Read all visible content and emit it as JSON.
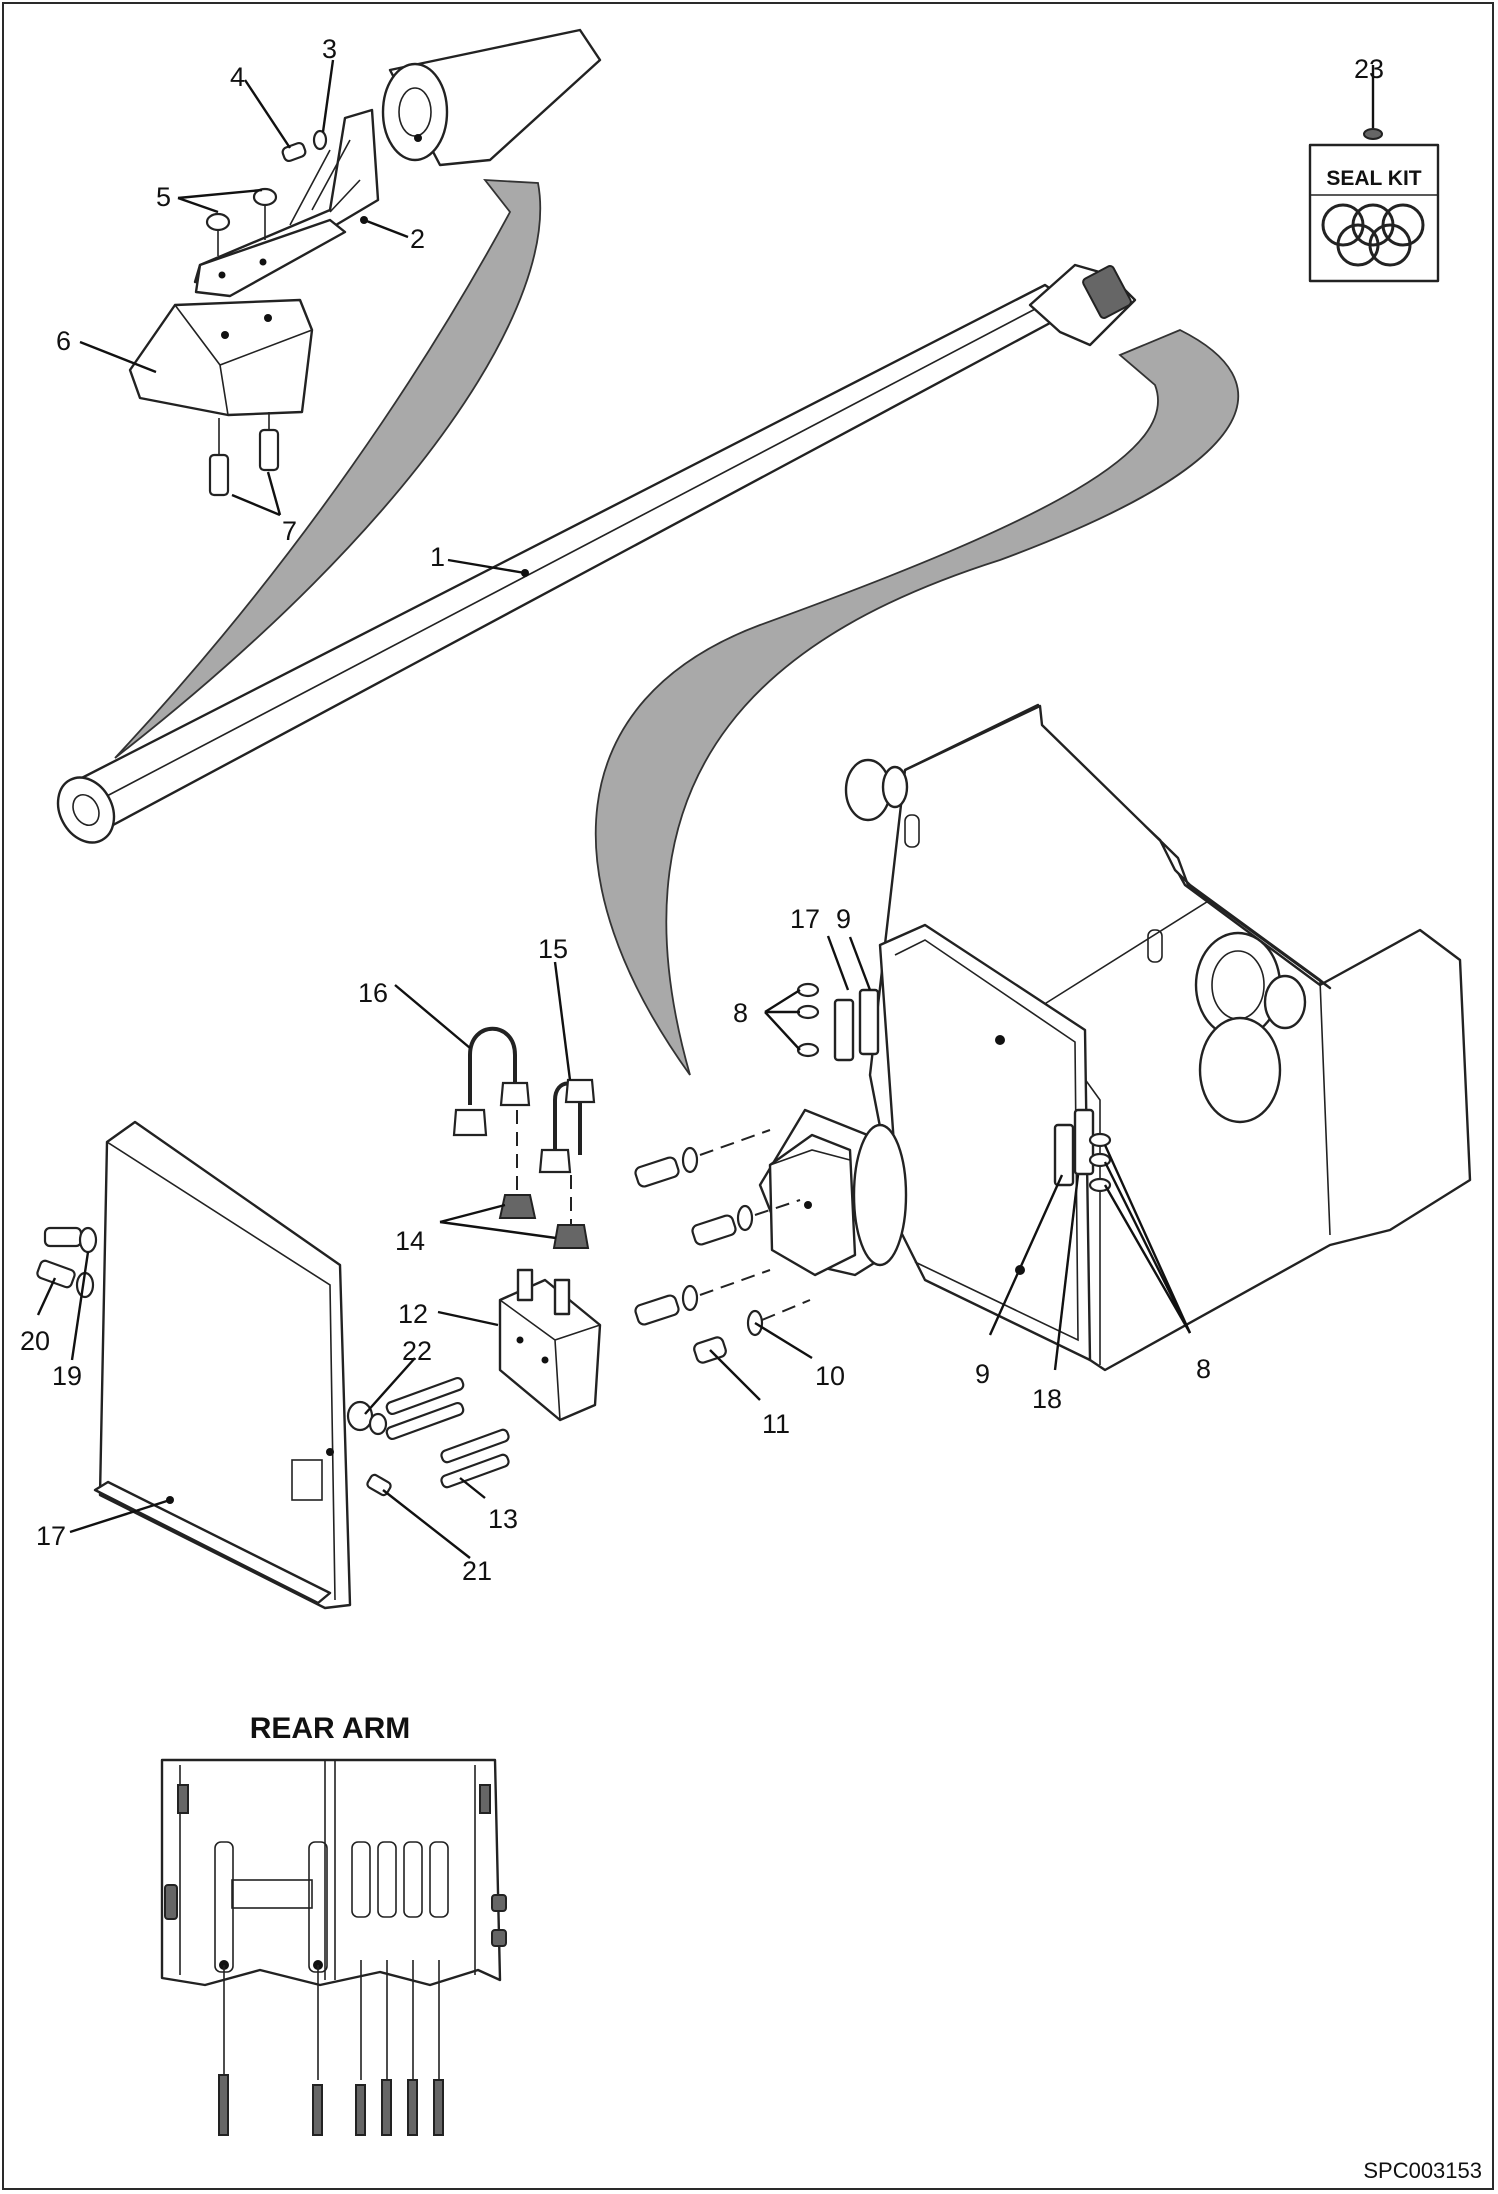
{
  "drawing_code": "SPC003153",
  "inset": {
    "title": "REAR ARM"
  },
  "seal_kit": {
    "item": "23",
    "label": "SEAL KIT"
  },
  "callouts": [
    {
      "id": "c1",
      "text": "1"
    },
    {
      "id": "c2",
      "text": "2"
    },
    {
      "id": "c3",
      "text": "3"
    },
    {
      "id": "c4",
      "text": "4"
    },
    {
      "id": "c5",
      "text": "5"
    },
    {
      "id": "c6",
      "text": "6"
    },
    {
      "id": "c7",
      "text": "7"
    },
    {
      "id": "c8a",
      "text": "8"
    },
    {
      "id": "c8b",
      "text": "8"
    },
    {
      "id": "c9a",
      "text": "9"
    },
    {
      "id": "c9b",
      "text": "9"
    },
    {
      "id": "c10",
      "text": "10"
    },
    {
      "id": "c11",
      "text": "11"
    },
    {
      "id": "c12",
      "text": "12"
    },
    {
      "id": "c13",
      "text": "13"
    },
    {
      "id": "c14",
      "text": "14"
    },
    {
      "id": "c15",
      "text": "15"
    },
    {
      "id": "c16",
      "text": "16"
    },
    {
      "id": "c17a",
      "text": "17"
    },
    {
      "id": "c17b",
      "text": "17"
    },
    {
      "id": "c18",
      "text": "18"
    },
    {
      "id": "c19",
      "text": "19"
    },
    {
      "id": "c20",
      "text": "20"
    },
    {
      "id": "c21",
      "text": "21"
    },
    {
      "id": "c22",
      "text": "22"
    }
  ]
}
